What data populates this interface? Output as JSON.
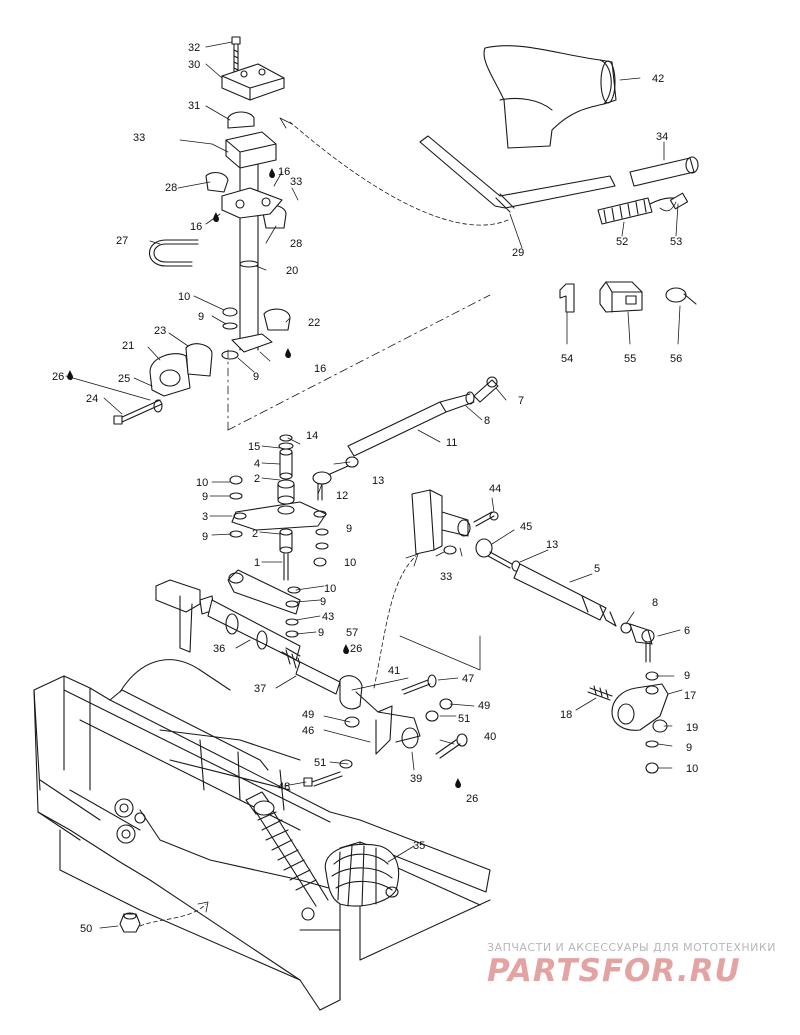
{
  "parts": [
    {
      "id": "p1",
      "number": "1"
    },
    {
      "id": "p2a",
      "number": "2"
    },
    {
      "id": "p2b",
      "number": "2"
    },
    {
      "id": "p3",
      "number": "3"
    },
    {
      "id": "p4",
      "number": "4"
    },
    {
      "id": "p5",
      "number": "5"
    },
    {
      "id": "p6",
      "number": "6"
    },
    {
      "id": "p7",
      "number": "7"
    },
    {
      "id": "p8a",
      "number": "8"
    },
    {
      "id": "p8b",
      "number": "8"
    },
    {
      "id": "p9a",
      "number": "9"
    },
    {
      "id": "p9b",
      "number": "9"
    },
    {
      "id": "p9c",
      "number": "9"
    },
    {
      "id": "p9d",
      "number": "9"
    },
    {
      "id": "p9e",
      "number": "9"
    },
    {
      "id": "p9f",
      "number": "9"
    },
    {
      "id": "p9g",
      "number": "9"
    },
    {
      "id": "p9h",
      "number": "9"
    },
    {
      "id": "p9i",
      "number": "9"
    },
    {
      "id": "p9j",
      "number": "9"
    },
    {
      "id": "p9k",
      "number": "9"
    },
    {
      "id": "p10a",
      "number": "10"
    },
    {
      "id": "p10b",
      "number": "10"
    },
    {
      "id": "p10c",
      "number": "10"
    },
    {
      "id": "p10d",
      "number": "10"
    },
    {
      "id": "p10e",
      "number": "10"
    },
    {
      "id": "p11",
      "number": "11"
    },
    {
      "id": "p12",
      "number": "12"
    },
    {
      "id": "p13a",
      "number": "13"
    },
    {
      "id": "p13b",
      "number": "13"
    },
    {
      "id": "p14",
      "number": "14"
    },
    {
      "id": "p15",
      "number": "15"
    },
    {
      "id": "p16a",
      "number": "16"
    },
    {
      "id": "p16b",
      "number": "16"
    },
    {
      "id": "p16c",
      "number": "16"
    },
    {
      "id": "p17",
      "number": "17"
    },
    {
      "id": "p18",
      "number": "18"
    },
    {
      "id": "p19",
      "number": "19"
    },
    {
      "id": "p20",
      "number": "20"
    },
    {
      "id": "p21",
      "number": "21"
    },
    {
      "id": "p22",
      "number": "22"
    },
    {
      "id": "p23",
      "number": "23"
    },
    {
      "id": "p24",
      "number": "24"
    },
    {
      "id": "p25",
      "number": "25"
    },
    {
      "id": "p26a",
      "number": "26"
    },
    {
      "id": "p26b",
      "number": "26"
    },
    {
      "id": "p26c",
      "number": "26"
    },
    {
      "id": "p27",
      "number": "27"
    },
    {
      "id": "p28a",
      "number": "28"
    },
    {
      "id": "p28b",
      "number": "28"
    },
    {
      "id": "p29",
      "number": "29"
    },
    {
      "id": "p30",
      "number": "30"
    },
    {
      "id": "p31",
      "number": "31"
    },
    {
      "id": "p32",
      "number": "32"
    },
    {
      "id": "p33a",
      "number": "33"
    },
    {
      "id": "p33b",
      "number": "33"
    },
    {
      "id": "p33c",
      "number": "33"
    },
    {
      "id": "p34",
      "number": "34"
    },
    {
      "id": "p35",
      "number": "35"
    },
    {
      "id": "p36",
      "number": "36"
    },
    {
      "id": "p37",
      "number": "37"
    },
    {
      "id": "p39",
      "number": "39"
    },
    {
      "id": "p40",
      "number": "40"
    },
    {
      "id": "p41",
      "number": "41"
    },
    {
      "id": "p42",
      "number": "42"
    },
    {
      "id": "p43",
      "number": "43"
    },
    {
      "id": "p44",
      "number": "44"
    },
    {
      "id": "p45",
      "number": "45"
    },
    {
      "id": "p46",
      "number": "46"
    },
    {
      "id": "p47",
      "number": "47"
    },
    {
      "id": "p48",
      "number": "48"
    },
    {
      "id": "p49a",
      "number": "49"
    },
    {
      "id": "p49b",
      "number": "49"
    },
    {
      "id": "p50",
      "number": "50"
    },
    {
      "id": "p51a",
      "number": "51"
    },
    {
      "id": "p51b",
      "number": "51"
    },
    {
      "id": "p52",
      "number": "52"
    },
    {
      "id": "p53",
      "number": "53"
    },
    {
      "id": "p54",
      "number": "54"
    },
    {
      "id": "p55",
      "number": "55"
    },
    {
      "id": "p56",
      "number": "56"
    },
    {
      "id": "p57",
      "number": "57"
    }
  ],
  "watermark": {
    "tagline": "ЗАПЧАСТИ И АКСЕССУАРЫ ДЛЯ МОТОТЕХНИКИ",
    "logo": "PARTSFOR.RU",
    "tagline_color": "#b7b7b7",
    "logo_color": "#e3a3a3"
  }
}
